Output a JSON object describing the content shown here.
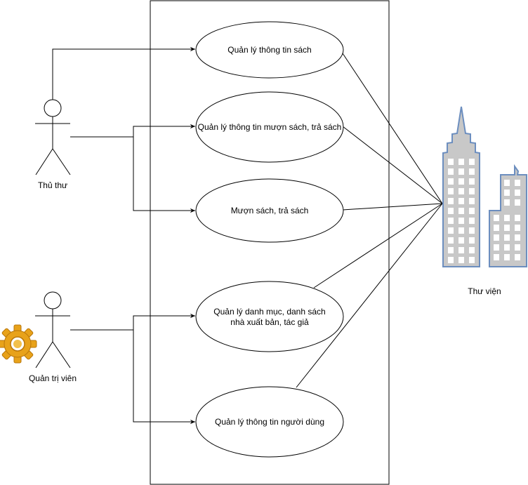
{
  "actors": {
    "librarian": "Thủ thư",
    "admin": "Quản trị viên",
    "library": "Thư viện"
  },
  "use_cases": {
    "manage_books": "Quản lý thông tin sách",
    "manage_loans": "Quản lý thông tin mượn sách, trả sách",
    "borrow_return": "Mượn sách, trả sách",
    "manage_catalog_line1": "Quản lý danh mục, danh sách",
    "manage_catalog_line2": "nhà xuất bản, tác giả",
    "manage_users": "Quản lý thông tin người dùng"
  },
  "colors": {
    "line": "#000000",
    "building_fill": "#c8c8c8",
    "building_stroke": "#6c8ebf",
    "window": "#ffffff",
    "gear": "#e8a21a"
  },
  "icons": {
    "admin_icon": "gear-icon",
    "library_icon": "city-buildings-icon"
  }
}
